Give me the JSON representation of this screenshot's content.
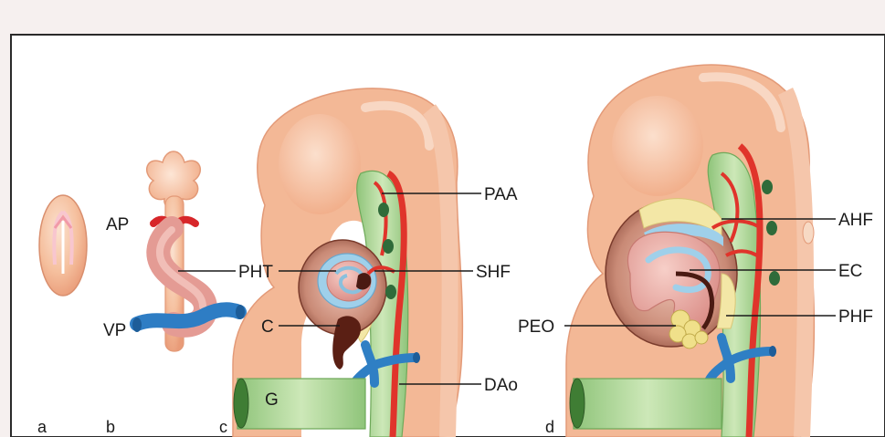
{
  "figure": {
    "panels": {
      "a": "a",
      "b": "b",
      "c": "c",
      "d": "d"
    },
    "labels": {
      "ap": "AP",
      "vp": "VP",
      "pht": "PHT",
      "c": "C",
      "g": "G",
      "paa": "PAA",
      "shf": "SHF",
      "dao": "DAo",
      "ahf": "AHF",
      "ec": "EC",
      "peo": "PEO",
      "phf": "PHF"
    },
    "colors": {
      "background": "#f6f0ef",
      "frame_bg": "#ffffff",
      "embryo_skin": "#f4bb97",
      "foregut_green": "#b9dba0",
      "artery_red": "#e0342b",
      "vein_blue": "#2f7fc4",
      "heart_pink": "#e9a09a",
      "endocardium_blue": "#9fd0ea",
      "heart_field_yellow": "#f3e7a6",
      "cavity_brown": "#6a2a1e"
    }
  }
}
